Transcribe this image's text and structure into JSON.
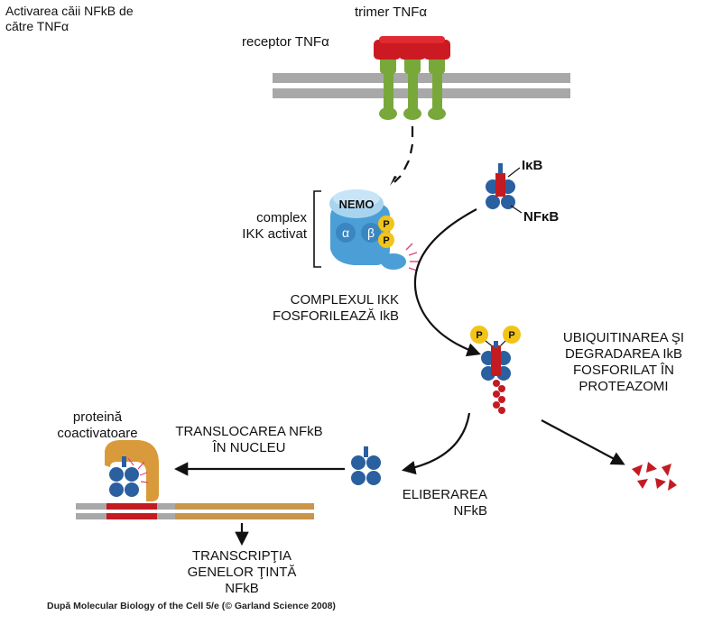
{
  "title_line1": "Activarea căii NFkB de",
  "title_line2": "către TNFα",
  "trimer_label": "trimer TNFα",
  "receptor_label": "receptor TNFα",
  "ikk_complex_line1": "complex",
  "ikk_complex_line2": "IKK activat",
  "nemo_label": "NEMO",
  "alpha_label": "α",
  "beta_label": "β",
  "phospho_label": "P",
  "ikb_label": "IκB",
  "nfkb_label": "NFκB",
  "step_phosphorylation_line1": "COMPLEXUL IKK",
  "step_phosphorylation_line2": "FOSFORILEAZĂ IkB",
  "step_degradation_line1": "UBIQUITINAREA ŞI",
  "step_degradation_line2": "DEGRADAREA IkB",
  "step_degradation_line3": "FOSFORILAT ÎN",
  "step_degradation_line4": "PROTEAZOMI",
  "step_translocation_line1": "TRANSLOCAREA NFkB",
  "step_translocation_line2": "ÎN NUCLEU",
  "step_release_line1": "ELIBERAREA",
  "step_release_line2": "NFkB",
  "coactivator_line1": "proteină",
  "coactivator_line2": "coactivatoare",
  "step_transcription_line1": "TRANSCRIPŢIA",
  "step_transcription_line2": "GENELOR ŢINTĂ",
  "step_transcription_line3": "NFkB",
  "source_credit": "După Molecular Biology of the Cell 5/e (© Garland Science 2008)",
  "colors": {
    "membrane": "#a8a8a8",
    "receptor": "#79a83a",
    "tnf": "#cc1a22",
    "ikk": "#4b9fd6",
    "nemo": "#a9d4f0",
    "phosphate": "#f2c41a",
    "nfkb": "#2a5fa0",
    "ikb": "#c41a22",
    "coactivator": "#d99a3c",
    "dna": "#c8954a",
    "arrow": "#111111"
  }
}
